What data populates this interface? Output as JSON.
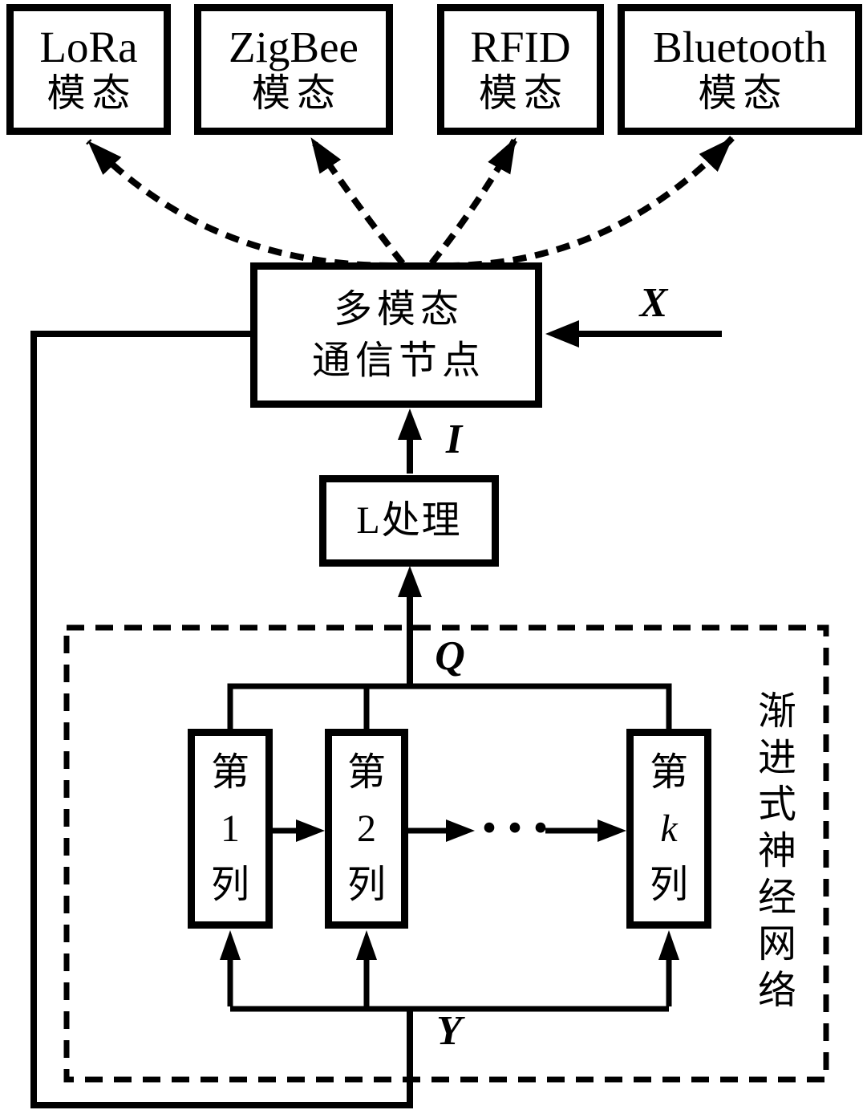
{
  "modality_boxes": [
    {
      "name": "LoRa",
      "type_label": "模态"
    },
    {
      "name": "ZigBee",
      "type_label": "模态"
    },
    {
      "name": "RFID",
      "type_label": "模态"
    },
    {
      "name": "Bluetooth",
      "type_label": "模态"
    }
  ],
  "node_box": {
    "line1": "多模态",
    "line2": "通信节点"
  },
  "l_process_box": {
    "label": "L处理"
  },
  "columns": [
    {
      "prefix": "第",
      "index": "1",
      "suffix": "列"
    },
    {
      "prefix": "第",
      "index": "2",
      "suffix": "列"
    },
    {
      "prefix": "第",
      "index": "k",
      "suffix": "列"
    }
  ],
  "ellipsis": "···",
  "signal_labels": {
    "x": "X",
    "i": "I",
    "q": "Q",
    "y": "Y"
  },
  "pnn_container_label": "渐进式神经网络",
  "colors": {
    "ink": "#000000",
    "background": "#ffffff"
  }
}
